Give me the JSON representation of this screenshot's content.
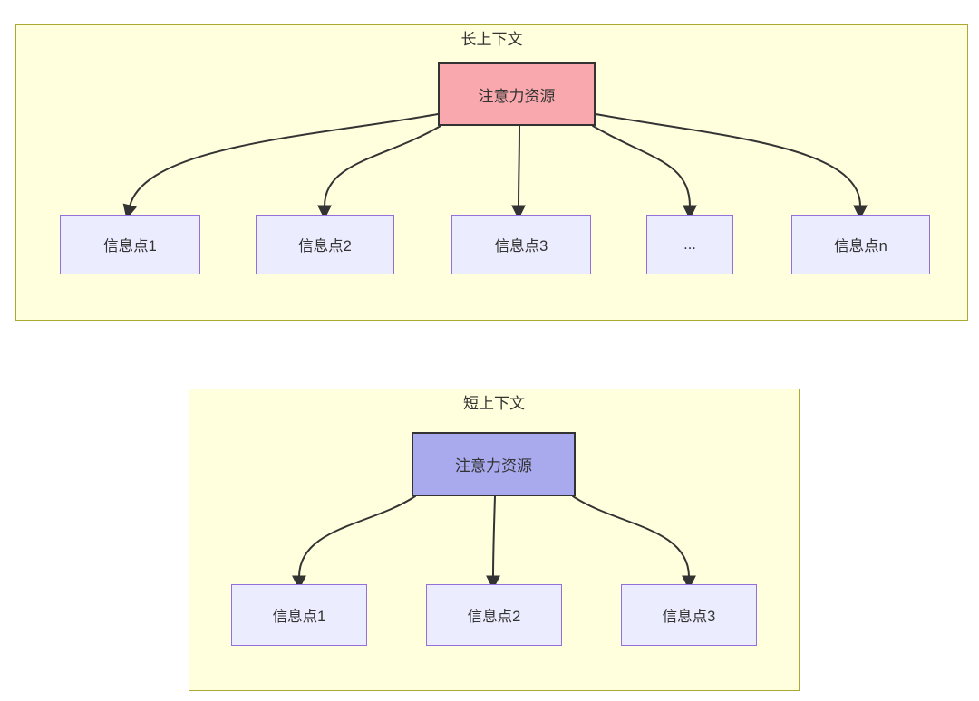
{
  "long_context": {
    "title": "长上下文",
    "attention_label": "注意力资源",
    "nodes": [
      "信息点1",
      "信息点2",
      "信息点3",
      "...",
      "信息点n"
    ]
  },
  "short_context": {
    "title": "短上下文",
    "attention_label": "注意力资源",
    "nodes": [
      "信息点1",
      "信息点2",
      "信息点3"
    ]
  },
  "colors": {
    "page_bg": "#ffffff",
    "container_fill": "#ffffde",
    "container_border": "#aaaa33",
    "node_fill": "#ececff",
    "node_border": "#9370db",
    "attention_long_fill": "#f9a9ae",
    "attention_short_fill": "#a9a9ee",
    "attention_border": "#333333",
    "edge": "#333333",
    "text": "#333333"
  }
}
